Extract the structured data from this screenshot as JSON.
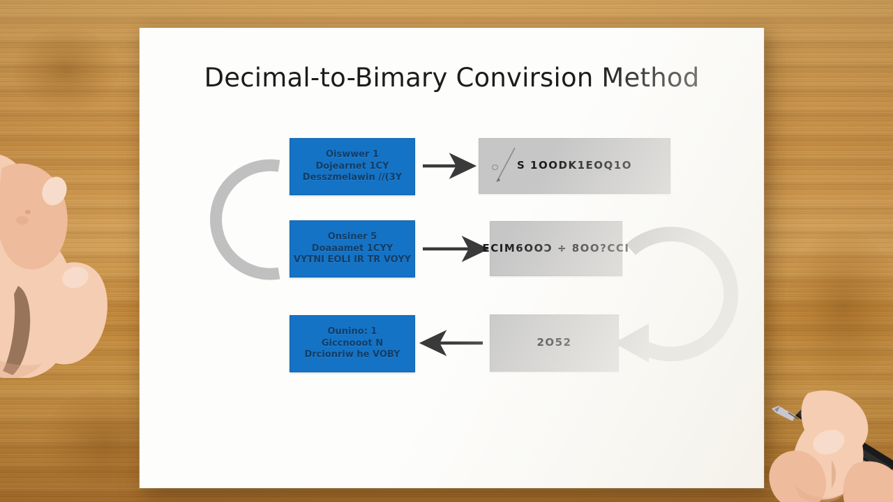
{
  "scene": {
    "name": "hand-drawn flowchart on paper over wooden desk",
    "background_color": "#c8913f",
    "paper_color": "#fdfdfc"
  },
  "document": {
    "title": "Decimal-to-Bimary Convirsion Method"
  },
  "diagram": {
    "type": "flowchart",
    "accent_blue": "#1573c6",
    "accent_gray": "#c6c6c6",
    "arrow_color": "#3a3a3a",
    "loop_arrow_color": "#bdbdbd",
    "nodes": [
      {
        "id": "blue-1",
        "name": "step-1-instruction",
        "fill": "#1573c6",
        "lines": [
          "Oiswwer 1",
          "Dojearnet 1CY",
          "Desszmelawin //(3Y"
        ]
      },
      {
        "id": "gray-1",
        "name": "step-1-result",
        "fill": "#c6c6c6",
        "lines": [
          "S 1OODK1EOQ1O"
        ]
      },
      {
        "id": "blue-2",
        "name": "step-2-instruction",
        "fill": "#1573c6",
        "lines": [
          "Onsiner 5",
          "Doaaamet 1CYY",
          "VYTNI EOLI IR TR VOYY"
        ]
      },
      {
        "id": "gray-2",
        "name": "step-2-result",
        "fill": "#c6c6c6",
        "lines": [
          "ECIM6OOƆ ÷ 8OO?CCI"
        ]
      },
      {
        "id": "blue-3",
        "name": "step-3-instruction",
        "fill": "#1573c6",
        "lines": [
          "Ounino: 1",
          "Giccnooot N",
          "Drcionriw he VOBY"
        ]
      },
      {
        "id": "gray-3",
        "name": "step-3-result",
        "fill": "#c6c6c6",
        "lines": [
          "2O52"
        ]
      }
    ],
    "connectors": [
      {
        "name": "arrow-step1-to-result1",
        "direction": "right"
      },
      {
        "name": "arrow-step2-to-result2",
        "direction": "right"
      },
      {
        "name": "arrow-result3-to-step3",
        "direction": "left"
      },
      {
        "name": "loop-arc-left",
        "direction": "counter-clockwise",
        "shape": "c-arc"
      },
      {
        "name": "loop-arrow-right",
        "direction": "clockwise-down-left",
        "shape": "curved-arrow"
      }
    ]
  },
  "hands": {
    "left": "left-hand-resting-on-desk",
    "right": "right-hand-holding-pen",
    "pen_body_color": "#1a1a1a",
    "pen_nib_color": "#c8c8cc"
  }
}
